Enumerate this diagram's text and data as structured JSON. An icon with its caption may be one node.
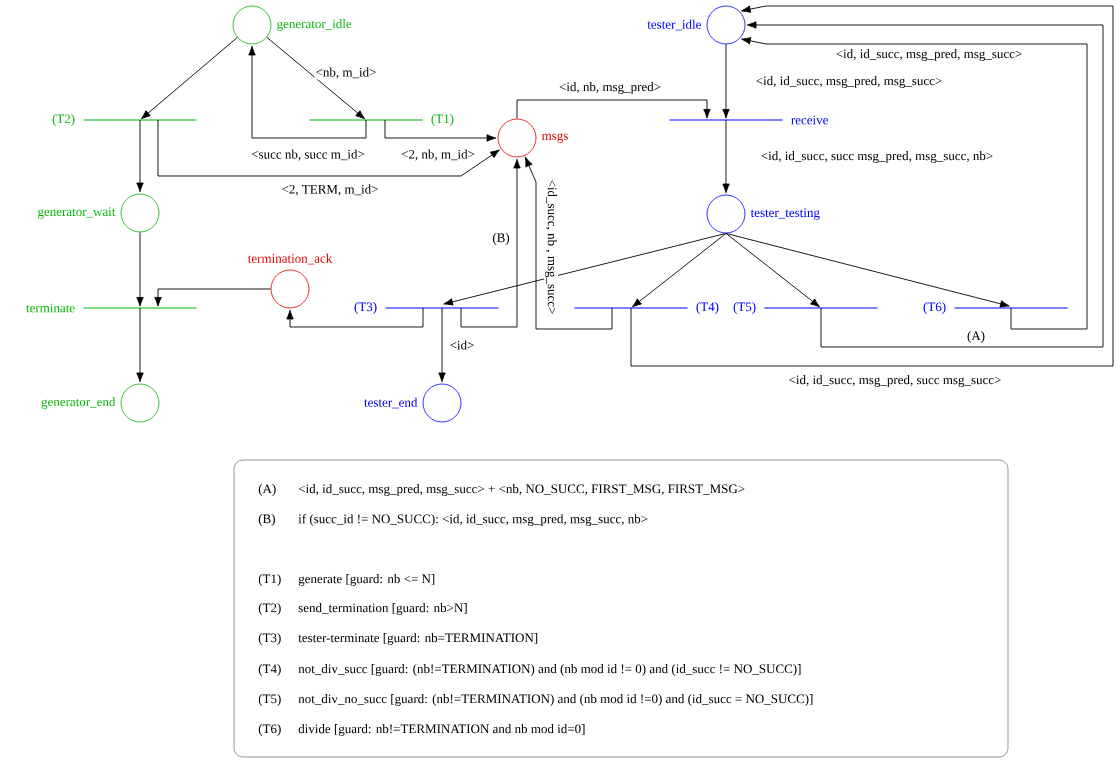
{
  "diagram": {
    "nodes": [
      {
        "text": [
          "generator_idle"
        ]
      },
      {
        "text": [
          "(T2)"
        ]
      },
      {
        "text": [
          "(T1)"
        ]
      },
      {
        "text": [
          "msgs"
        ]
      },
      {
        "text": [
          "tester_idle"
        ]
      },
      {
        "text": [
          "receive"
        ]
      },
      {
        "text": [
          "generator_wait"
        ]
      },
      {
        "text": [
          "tester_testing"
        ]
      },
      {
        "text": [
          "termination_ack"
        ]
      },
      {
        "text": [
          "terminate"
        ]
      },
      {
        "text": [
          "(T3)"
        ]
      },
      {
        "text": [
          "(T4)"
        ]
      },
      {
        "text": [
          "(T5)"
        ]
      },
      {
        "text": [
          "(T6)"
        ]
      },
      {
        "text": [
          "generator_end"
        ]
      },
      {
        "text": [
          "tester_end"
        ]
      }
    ],
    "edges": [
      {
        "from": 0,
        "to": 1,
        "arrow": "to"
      },
      {
        "from": 0,
        "to": 2,
        "arrow": "to",
        "label": "<nb, m_id>"
      },
      {
        "from": 2,
        "to": 0,
        "arrow": "to",
        "label": "<succ nb, succ m_id>"
      },
      {
        "from": 2,
        "to": 3,
        "arrow": "to",
        "label": "<2, nb, m_id>"
      },
      {
        "from": 1,
        "to": 3,
        "arrow": "to",
        "label": "<2, TERM, m_id>"
      },
      {
        "from": 1,
        "to": 6,
        "arrow": "to"
      },
      {
        "from": 6,
        "to": 9,
        "arrow": "to"
      },
      {
        "from": 8,
        "to": 9,
        "arrow": "to"
      },
      {
        "from": 9,
        "to": 14,
        "arrow": "to"
      },
      {
        "from": 3,
        "to": 5,
        "arrow": "to",
        "label": "<id, nb, msg_pred>"
      },
      {
        "from": 4,
        "to": 5,
        "arrow": "to",
        "label": "<id, id_succ, msg_pred, msg_succ>"
      },
      {
        "from": 5,
        "to": 7,
        "arrow": "to",
        "label": "<id, id_succ, succ msg_pred, msg_succ, nb>"
      },
      {
        "from": 7,
        "to": 10,
        "arrow": "to"
      },
      {
        "from": 7,
        "to": 11,
        "arrow": "to"
      },
      {
        "from": 7,
        "to": 12,
        "arrow": "to"
      },
      {
        "from": 7,
        "to": 13,
        "arrow": "to"
      },
      {
        "from": 10,
        "to": 8,
        "arrow": "to"
      },
      {
        "from": 10,
        "to": 15,
        "arrow": "to",
        "label": "<id>"
      },
      {
        "from": 10,
        "to": 3,
        "arrow": "to",
        "label": "(B)"
      },
      {
        "from": 11,
        "to": 3,
        "arrow": "to",
        "label": "<id_succ, nb , msg_succ>"
      },
      {
        "from": 11,
        "to": 4,
        "arrow": "to",
        "label": "<id, id_succ, msg_pred, succ msg_succ>"
      },
      {
        "from": 12,
        "to": 4,
        "arrow": "to",
        "label": "(A)"
      },
      {
        "from": 13,
        "to": 4,
        "arrow": "to",
        "label": "<id, id_succ, msg_pred, msg_succ>"
      }
    ],
    "labels": [
      "(A)",
      "<id, id_succ, msg_pred, msg_succ> + <nb, NO_SUCC, FIRST_MSG, FIRST_MSG>",
      "(B)",
      "if (succ_id != NO_SUCC): <id, id_succ, msg_pred, msg_succ, nb>",
      "(T1)",
      "generate [guard: nb <= N]",
      "(T2)",
      "send_termination [guard: nb>N]",
      "(T3)",
      "tester-terminate [guard: nb=TERMINATION]",
      "(T4)",
      "not_div_succ [guard: (nb!=TERMINATION) and (nb mod id != 0) and (id_succ != NO_SUCC)]",
      "(T5)",
      "not_div_no_succ [guard: (nb!=TERMINATION) and (nb mod id !=0) and (id_succ = NO_SUCC)]",
      "(T6)",
      "divide [guard: nb!=TERMINATION and nb mod id=0]"
    ]
  }
}
